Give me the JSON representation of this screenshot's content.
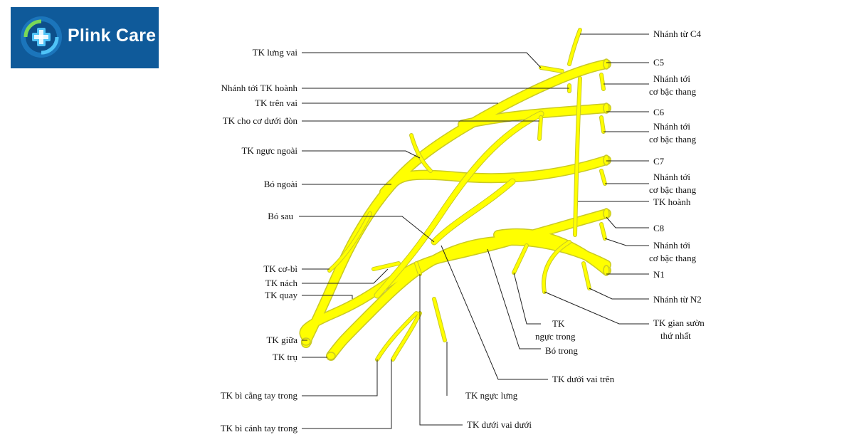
{
  "brand": {
    "name": "Plink Care",
    "color": "#0f5a9a"
  },
  "colors": {
    "nerve": "#ffff00",
    "nerve_outline": "#c9c926",
    "leader": "#222222"
  },
  "labels": {
    "c4_branch": "Nhánh từ C4",
    "c5": "C5",
    "c5_branch_l1": "Nhánh tới",
    "c5_branch_l2": "cơ bậc thang",
    "c6": "C6",
    "c6_branch_l1": "Nhánh tới",
    "c6_branch_l2": "cơ bậc thang",
    "c7": "C7",
    "c7_branch_l1": "Nhánh tới",
    "c7_branch_l2": "cơ bậc thang",
    "phrenic": "TK hoành",
    "c8": "C8",
    "c8_branch_l1": "Nhánh tới",
    "c8_branch_l2": "cơ bậc thang",
    "n1": "N1",
    "n2_branch": "Nhánh từ N2",
    "intercostal_l1": "TK gian sườn",
    "intercostal_l2": "thứ nhất",
    "dorsal_scapular": "TK lưng vai",
    "phrenic_branch": "Nhánh tới TK hoành",
    "suprascapular": "TK trên vai",
    "subclavius": "TK cho cơ dưới đòn",
    "lateral_pectoral": "TK ngực ngoài",
    "lateral_cord": "Bó ngoài",
    "posterior_cord": "Bó sau",
    "musculocutaneous": "TK cơ-bì",
    "axillary": "TK nách",
    "radial": "TK quay",
    "median": "TK giữa",
    "ulnar": "TK trụ",
    "medial_antebrachial": "TK bì cẳng tay trong",
    "medial_brachial": "TK bì cánh tay trong",
    "medial_pectoral_l1": "TK",
    "medial_pectoral_l2": "ngực trong",
    "medial_cord": "Bó trong",
    "upper_subscapular": "TK dưới vai trên",
    "thoracodorsal": "TK ngực lưng",
    "lower_subscapular": "TK dưới vai dưới"
  }
}
